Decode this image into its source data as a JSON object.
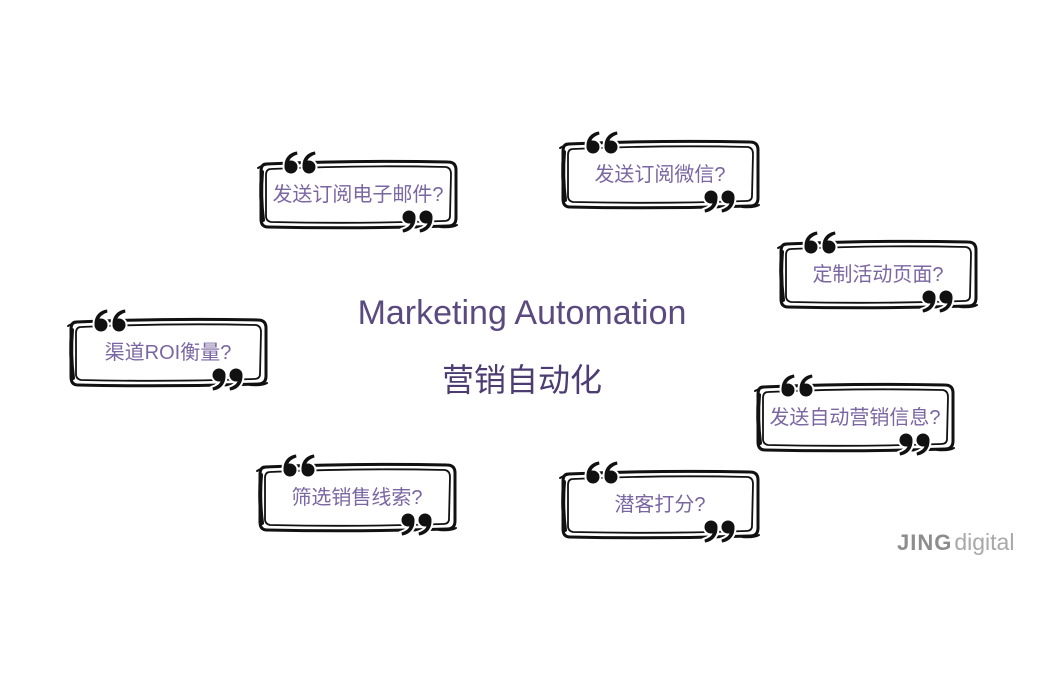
{
  "slide": {
    "title_en": "Marketing Automation",
    "title_zh": "营销自动化"
  },
  "bubbles": [
    {
      "label": "发送订阅电子邮件?"
    },
    {
      "label": "发送订阅微信?"
    },
    {
      "label": "定制活动页面?"
    },
    {
      "label": "渠道ROI衡量?"
    },
    {
      "label": "发送自动营销信息?"
    },
    {
      "label": "筛选销售线索?"
    },
    {
      "label": "潜客打分?"
    }
  ],
  "logo": {
    "brand_bold": "JING",
    "brand_light": "digital"
  },
  "icons": {
    "open_quote": "open-quote-icon",
    "close_quote": "close-quote-icon",
    "frame": "hand-drawn-frame"
  },
  "colors": {
    "background": "#ffffff",
    "title_en": "#5a4a80",
    "title_zh": "#4c3c72",
    "bubble_text": "#7a66a2",
    "frame_ink": "#111111",
    "logo_bold": "#8d8d8d",
    "logo_light": "#a8a8a8"
  }
}
